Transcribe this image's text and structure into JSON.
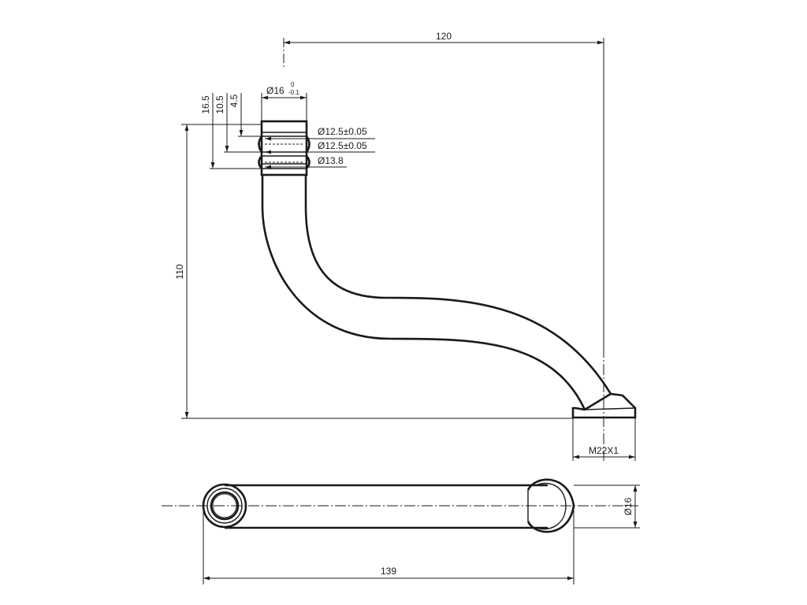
{
  "dimensions": {
    "overall_width": "120",
    "overall_height": "110",
    "outer_diameter_main": "Ø16",
    "outer_diameter_tol_upper": "0",
    "outer_diameter_tol_lower": "-0.1",
    "groove_diameter_1": "Ø12.5±0.05",
    "groove_diameter_2": "Ø12.5±0.05",
    "collar_diameter": "Ø13.8",
    "height_16_5": "16.5",
    "height_10_5": "10.5",
    "height_4_5": "4.5",
    "thread": "M22X1",
    "bottom_diameter": "Ø16",
    "bottom_length": "139"
  },
  "colors": {
    "ink": "#1a1a1a",
    "background": "#ffffff"
  }
}
